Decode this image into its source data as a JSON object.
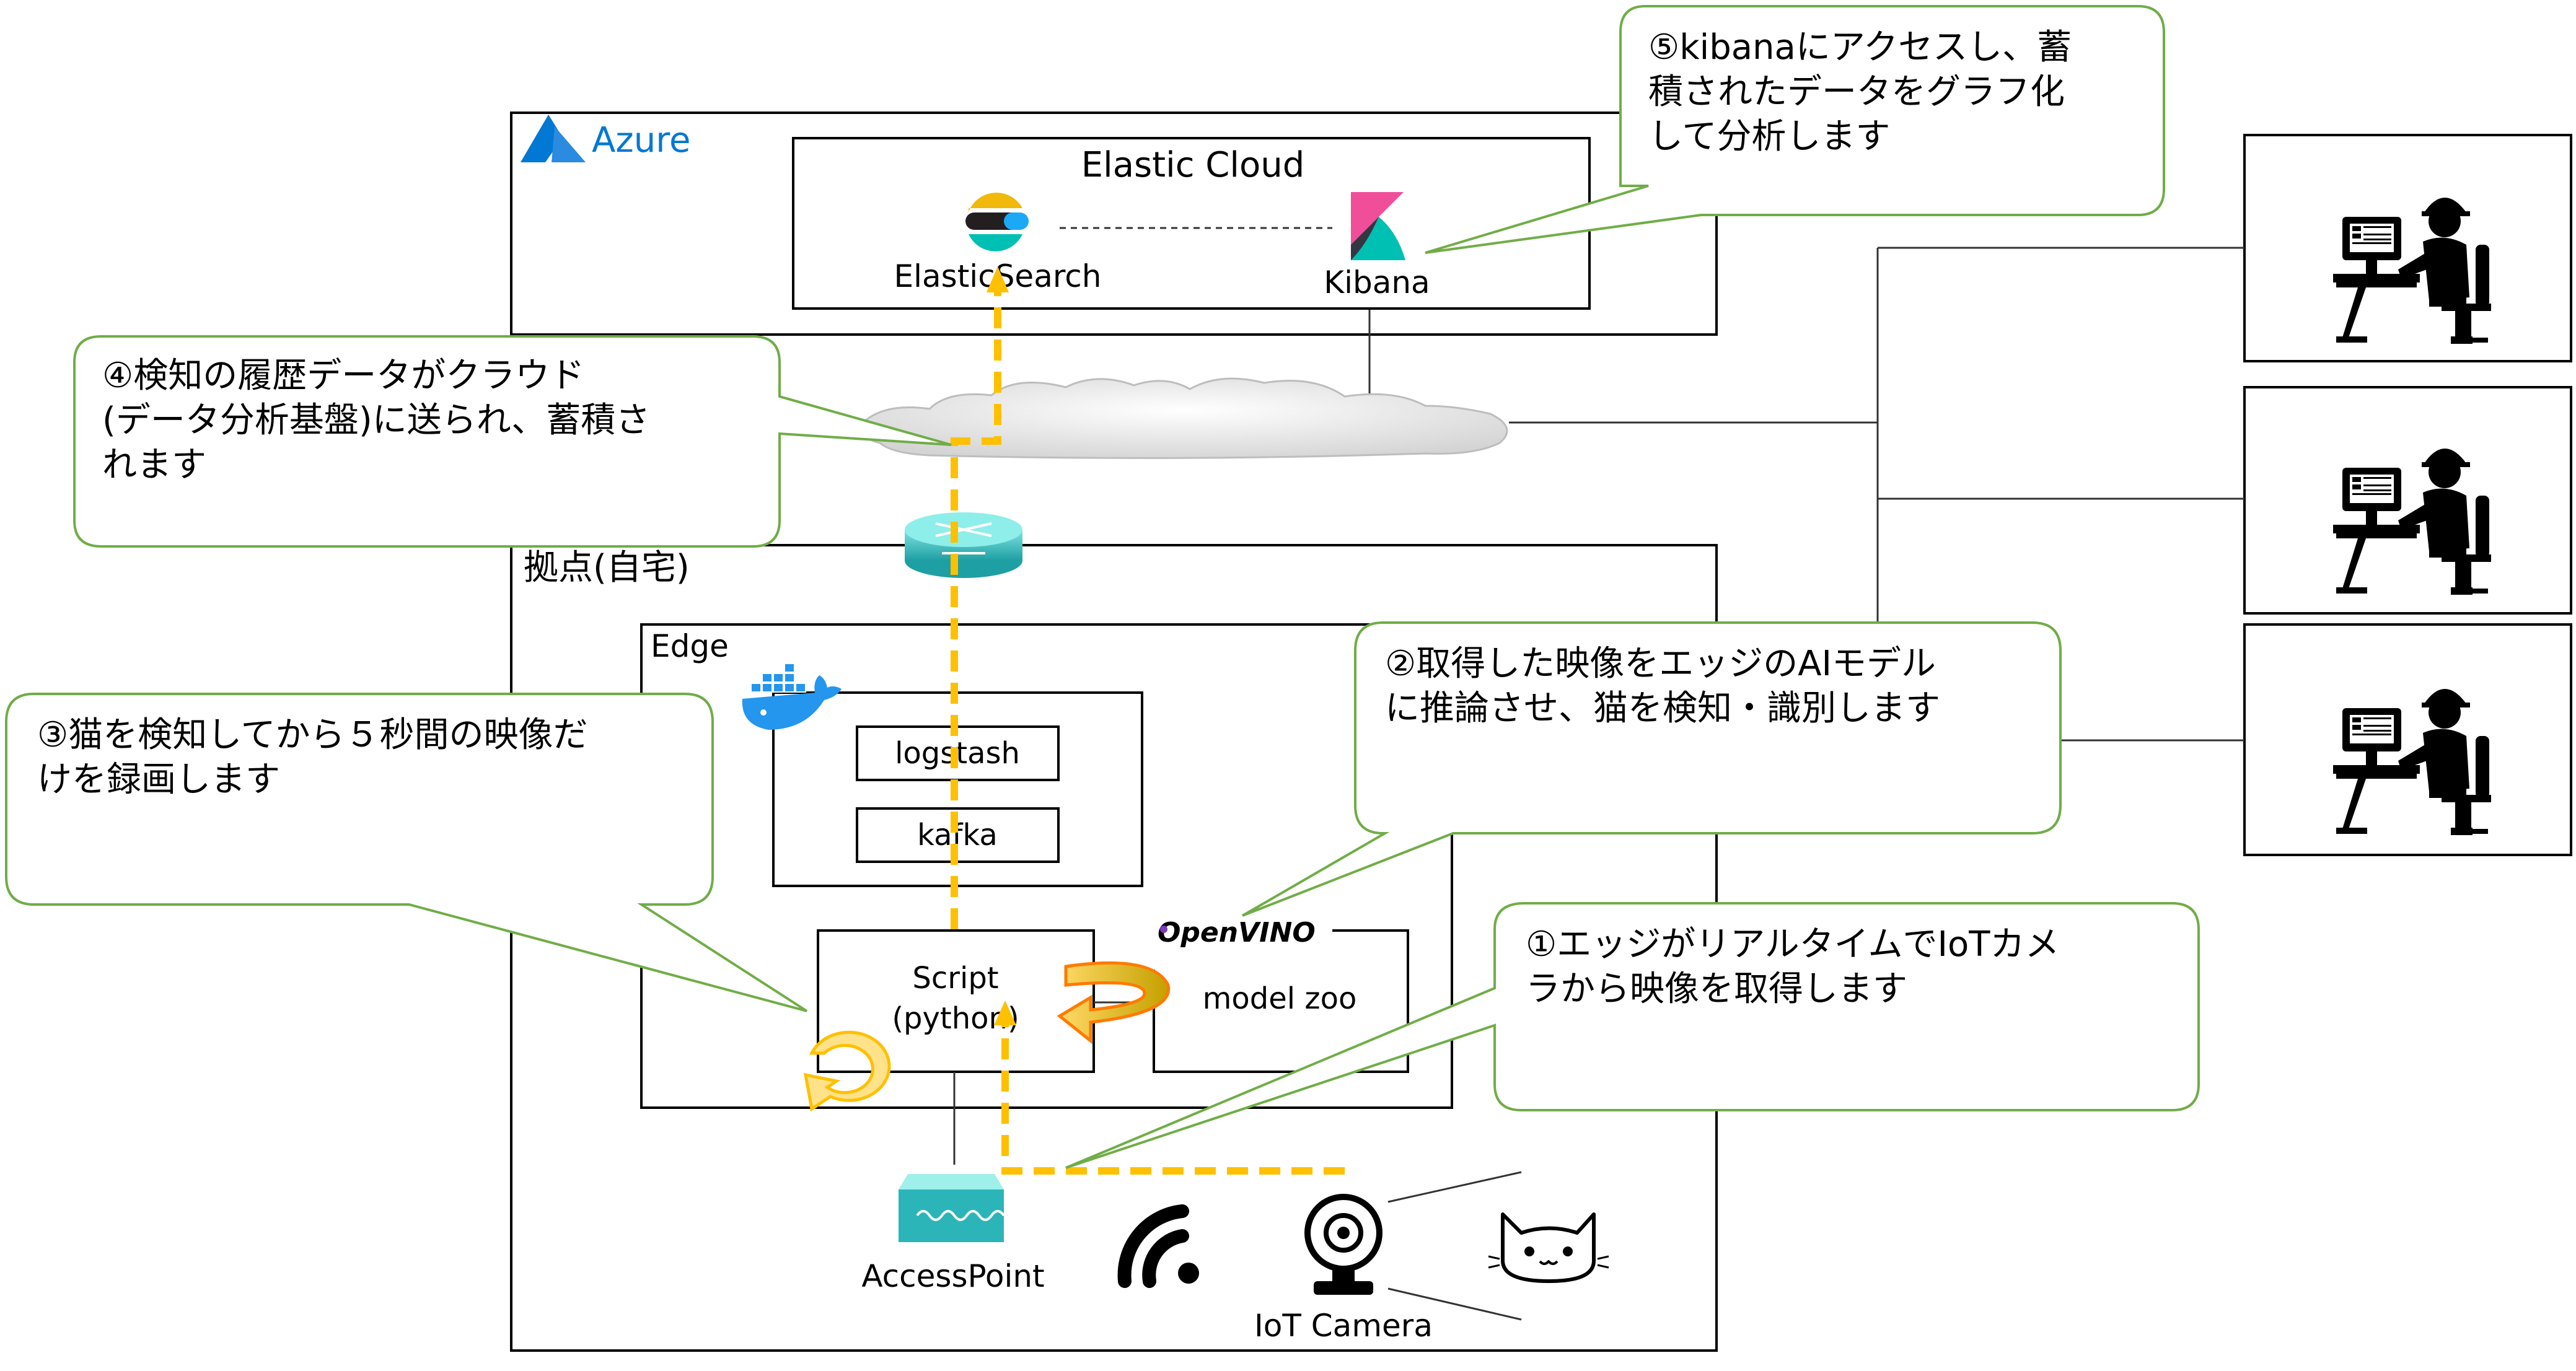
{
  "diagram": {
    "azure": {
      "label": "Azure",
      "accent": "#0078d4"
    },
    "elastic_cloud": {
      "title": "Elastic Cloud"
    },
    "elasticsearch": {
      "label": "ElasticSearch"
    },
    "kibana": {
      "label": "Kibana"
    },
    "site": {
      "label": "拠点(自宅)"
    },
    "edge": {
      "label": "Edge"
    },
    "logstash": {
      "label": "logstash"
    },
    "kafka": {
      "label": "kafka"
    },
    "script": {
      "line1": "Script",
      "line2": "(python)"
    },
    "openvino": {
      "label": "OpenVINO"
    },
    "model_zoo": {
      "label": "model zoo"
    },
    "access_point": {
      "label": "AccessPoint"
    },
    "iot_camera": {
      "label": "IoT Camera"
    },
    "callouts": {
      "c1": [
        "①エッジがリアルタイムでIoTカメ",
        "ラから映像を取得します"
      ],
      "c2": [
        "②取得した映像をエッジのAIモデル",
        "に推論させ、猫を検知・識別します"
      ],
      "c3": [
        "③猫を検知してから５秒間の映像だ",
        "けを録画します"
      ],
      "c4": [
        "④検知の履歴データがクラウド",
        "(データ分析基盤)に送られ、蓄積さ",
        "れます"
      ],
      "c5": [
        "⑤kibanaにアクセスし、蓄",
        "積されたデータをグラフ化",
        "して分析します"
      ]
    },
    "colors": {
      "callout_border": "#70ad47",
      "flow": "#ffc000",
      "box": "#000000",
      "router": "#2bb5b8"
    },
    "icons": [
      "azure-logo-icon",
      "elasticsearch-icon",
      "kibana-icon",
      "cloud-icon",
      "router-icon",
      "docker-icon",
      "rotate-arrow-icon",
      "access-point-icon",
      "wifi-icon",
      "webcam-icon",
      "cat-icon",
      "engineer-workstation-icon"
    ]
  }
}
